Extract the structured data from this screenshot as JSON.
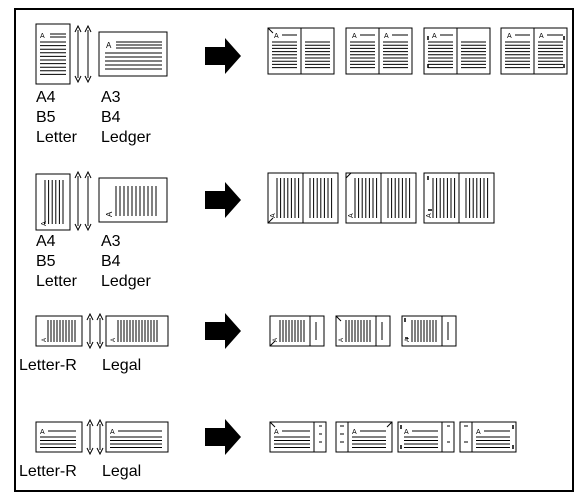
{
  "rows": [
    {
      "id": "portrait-sheets",
      "left_sizes": "A4\nB5\nLetter",
      "right_sizes": "A3\nB4\nLedger",
      "letter_marker": "A",
      "result_count": 4
    },
    {
      "id": "landscape-sheets",
      "left_sizes": "A4\nB5\nLetter",
      "right_sizes": "A3\nB4\nLedger",
      "letter_marker": "A",
      "result_count": 3
    },
    {
      "id": "letter-r-legal-rotated",
      "left_sizes": "Letter-R",
      "right_sizes": "Legal",
      "letter_marker": "A",
      "result_count": 3
    },
    {
      "id": "letter-r-legal",
      "left_sizes": "Letter-R",
      "right_sizes": "Legal",
      "letter_marker": "A",
      "result_count": 4
    }
  ],
  "colors": {
    "line": "#000000",
    "page": "#ffffff",
    "arrow": "#000000"
  }
}
